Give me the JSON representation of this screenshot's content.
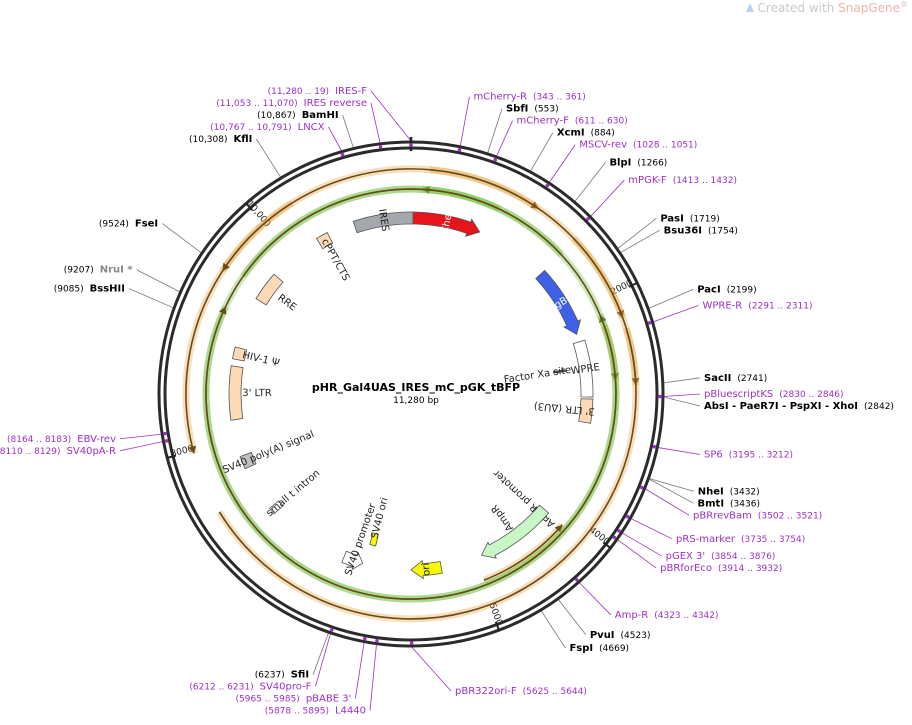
{
  "watermark": {
    "prefix": "Created with ",
    "brand": "SnapGene",
    "mark": "®"
  },
  "plasmid": {
    "name": "pHR_Gal4UAS_IRES_mC_pGK_tBFP",
    "size_label": "11,280 bp",
    "length": 11280
  },
  "ticks": [
    {
      "pos": 2000,
      "label": "2000"
    },
    {
      "pos": 4000,
      "label": "4000"
    },
    {
      "pos": 5000,
      "label": "5000"
    },
    {
      "pos": 8000,
      "label": "8000"
    },
    {
      "pos": 10000,
      "label": "10,000"
    }
  ],
  "enzymes": [
    {
      "name": "SbfI",
      "coord": "(553)",
      "pos": 553,
      "side": "right"
    },
    {
      "name": "XcmI",
      "coord": "(884)",
      "pos": 884,
      "side": "right"
    },
    {
      "name": "BlpI",
      "coord": "(1266)",
      "pos": 1266,
      "side": "right"
    },
    {
      "name": "PasI",
      "coord": "(1719)",
      "pos": 1719,
      "side": "right"
    },
    {
      "name": "Bsu36I",
      "coord": "(1754)",
      "pos": 1754,
      "side": "right"
    },
    {
      "name": "PacI",
      "coord": "(2199)",
      "pos": 2199,
      "side": "right"
    },
    {
      "name": "SacII",
      "coord": "(2741)",
      "pos": 2741,
      "side": "right"
    },
    {
      "name": "AbsI - PaeR7I - PspXI - XhoI",
      "coord": "(2842)",
      "pos": 2842,
      "side": "right"
    },
    {
      "name": "NheI",
      "coord": "(3432)",
      "pos": 3432,
      "side": "right"
    },
    {
      "name": "BmtI",
      "coord": "(3436)",
      "pos": 3436,
      "side": "right"
    },
    {
      "name": "PvuI",
      "coord": "(4523)",
      "pos": 4523,
      "side": "right"
    },
    {
      "name": "FspI",
      "coord": "(4669)",
      "pos": 4669,
      "side": "right"
    },
    {
      "name": "SfiI",
      "coord": "(6237)",
      "pos": 6237,
      "side": "left"
    },
    {
      "name": "BssHII",
      "coord": "(9085)",
      "pos": 9085,
      "side": "left"
    },
    {
      "name": "NruI *",
      "coord": "(9207)",
      "pos": 9207,
      "side": "left",
      "grey": true
    },
    {
      "name": "FseI",
      "coord": "(9524)",
      "pos": 9524,
      "side": "left"
    },
    {
      "name": "KflI",
      "coord": "(10,308)",
      "pos": 10308,
      "side": "left"
    },
    {
      "name": "BamHI",
      "coord": "(10,867)",
      "pos": 10867,
      "side": "left"
    }
  ],
  "primers": [
    {
      "name": "IRES-F",
      "coord": "(11,280 .. 19)",
      "pos": 0,
      "side": "left"
    },
    {
      "name": "IRES reverse",
      "coord": "(11,053 .. 11,070)",
      "pos": 11060,
      "side": "left"
    },
    {
      "name": "LNCX",
      "coord": "(10,767 .. 10,791)",
      "pos": 10780,
      "side": "left"
    },
    {
      "name": "mCherry-R",
      "coord": "(343 .. 361)",
      "pos": 352,
      "side": "right"
    },
    {
      "name": "mCherry-F",
      "coord": "(611 .. 630)",
      "pos": 620,
      "side": "right"
    },
    {
      "name": "MSCV-rev",
      "coord": "(1028 .. 1051)",
      "pos": 1040,
      "side": "right"
    },
    {
      "name": "mPGK-F",
      "coord": "(1413 .. 1432)",
      "pos": 1420,
      "side": "right"
    },
    {
      "name": "WPRE-R",
      "coord": "(2291 .. 2311)",
      "pos": 2300,
      "side": "right"
    },
    {
      "name": "pBluescriptKS",
      "coord": "(2830 .. 2846)",
      "pos": 2838,
      "side": "right"
    },
    {
      "name": "SP6",
      "coord": "(3195 .. 3212)",
      "pos": 3203,
      "side": "right"
    },
    {
      "name": "pBRrevBam",
      "coord": "(3502 .. 3521)",
      "pos": 3511,
      "side": "right"
    },
    {
      "name": "pRS-marker",
      "coord": "(3735 .. 3754)",
      "pos": 3745,
      "side": "right"
    },
    {
      "name": "pGEX 3'",
      "coord": "(3854 .. 3876)",
      "pos": 3865,
      "side": "right"
    },
    {
      "name": "pBRforEco",
      "coord": "(3914 .. 3932)",
      "pos": 3923,
      "side": "right"
    },
    {
      "name": "Amp-R",
      "coord": "(4323 .. 4342)",
      "pos": 4332,
      "side": "right"
    },
    {
      "name": "pBR322ori-F",
      "coord": "(5625 .. 5644)",
      "pos": 5635,
      "side": "right"
    },
    {
      "name": "L4440",
      "coord": "(5878 .. 5895)",
      "pos": 5886,
      "side": "left"
    },
    {
      "name": "pBABE 3'",
      "coord": "(5965 .. 5985)",
      "pos": 5975,
      "side": "left"
    },
    {
      "name": "SV40pro-F",
      "coord": "(6212 .. 6231)",
      "pos": 6222,
      "side": "left"
    },
    {
      "name": "EBV-rev",
      "coord": "(8164 .. 8183)",
      "pos": 8173,
      "side": "left"
    },
    {
      "name": "SV40pA-R",
      "coord": "(8110 .. 8129)",
      "pos": 8120,
      "side": "left"
    }
  ],
  "features": [
    {
      "name": "mCherry",
      "shape": "arrow",
      "color": "#e8141b",
      "text_color": "#ffffff",
      "start": 20,
      "end": 720,
      "radius": 176,
      "label_inside": true
    },
    {
      "name": "IRES",
      "shape": "bar",
      "color": "#a4a8ad",
      "text_color": "#222222",
      "start": 10700,
      "end": 20,
      "radius": 176,
      "label_inside": true
    },
    {
      "name": "cPPT/CTS",
      "shape": "box",
      "color": "#fdd9b5",
      "text_color": "#222222",
      "start": 10300,
      "end": 10420,
      "radius": 176
    },
    {
      "name": "TagBFP",
      "shape": "arrow",
      "color": "#3c61e8",
      "text_color": "#ffffff",
      "start": 1480,
      "end": 2200,
      "radius": 176,
      "label_inside": true
    },
    {
      "name": "WPRE",
      "shape": "bar",
      "color": "#ffffff",
      "text_color": "#222222",
      "start": 2280,
      "end": 2850,
      "radius": 176,
      "label_inside": true
    },
    {
      "name": "Factor Xa site",
      "shape": "box",
      "color": "#444444",
      "text_color": "#222222",
      "start": 2540,
      "end": 2560,
      "radius": 150
    },
    {
      "name": "3' LTR (ΔU3)",
      "shape": "box",
      "color": "#fdd9b5",
      "text_color": "#222222",
      "start": 2870,
      "end": 3110,
      "radius": 176
    },
    {
      "name": "AmpR promoter",
      "shape": "arrow",
      "color": "#ffffff",
      "text_color": "#222222",
      "start": 4210,
      "end": 4110,
      "radius": 176
    },
    {
      "name": "AmpR",
      "shape": "arrow",
      "color": "#c8f7c5",
      "text_color": "#222222",
      "start": 4100,
      "end": 4900,
      "radius": 176,
      "label_inside": false
    },
    {
      "name": "ori",
      "shape": "arrow",
      "color": "#f7f700",
      "text_color": "#222222",
      "start": 5330,
      "end": 5640,
      "radius": 176,
      "label_inside": true
    },
    {
      "name": "SV40 ori",
      "shape": "box",
      "color": "#f7f700",
      "text_color": "#222222",
      "start": 6050,
      "end": 6120,
      "radius": 150
    },
    {
      "name": "SV40 promoter",
      "shape": "arrow",
      "color": "#ffffff",
      "text_color": "#222222",
      "start": 6340,
      "end": 6140,
      "radius": 176
    },
    {
      "name": "small t intron",
      "shape": "box",
      "color": "#ffffff",
      "text_color": "#222222",
      "start": 7170,
      "end": 7240,
      "radius": 176
    },
    {
      "name": "SV40 poly(A) signal",
      "shape": "box",
      "color": "#c0c0c0",
      "text_color": "#222222",
      "start": 7700,
      "end": 7830,
      "radius": 176
    },
    {
      "name": "3' LTR",
      "shape": "bar",
      "color": "#fdd9b5",
      "text_color": "#222222",
      "start": 8200,
      "end": 8740,
      "radius": 176
    },
    {
      "name": "HIV-1 Ψ",
      "shape": "box",
      "color": "#fdd9b5",
      "text_color": "#222222",
      "start": 8810,
      "end": 8930,
      "radius": 176
    },
    {
      "name": "RRE",
      "shape": "box",
      "color": "#fdd9b5",
      "text_color": "#222222",
      "start": 9450,
      "end": 9750,
      "radius": 176
    }
  ],
  "orfs": [
    {
      "start": 150,
      "end": 1080,
      "radius": 225,
      "dir": 1,
      "color": "#e6a339"
    },
    {
      "start": 1450,
      "end": 2200,
      "radius": 225,
      "dir": 1,
      "color": "#e6a339"
    },
    {
      "start": 2210,
      "end": 2700,
      "radius": 205,
      "dir": 1,
      "color": "#e6a339"
    },
    {
      "start": 2290,
      "end": 2750,
      "radius": 225,
      "dir": 1,
      "color": "#e6a339"
    },
    {
      "start": 4970,
      "end": 4100,
      "radius": 200,
      "dir": -1,
      "color": "#e6a339"
    },
    {
      "start": 7470,
      "end": 7980,
      "radius": 225,
      "dir": -1,
      "color": "#e6a339"
    },
    {
      "start": 10280,
      "end": 9500,
      "radius": 225,
      "dir": -1,
      "color": "#e6a339"
    },
    {
      "start": 800,
      "end": 100,
      "radius": 205,
      "dir": -1,
      "color": "#6bbf3a"
    },
    {
      "start": 1480,
      "end": 2110,
      "radius": 205,
      "dir": -1,
      "color": "#6bbf3a"
    },
    {
      "start": 9560,
      "end": 9250,
      "radius": 205,
      "dir": 1,
      "color": "#6bbf3a"
    }
  ]
}
